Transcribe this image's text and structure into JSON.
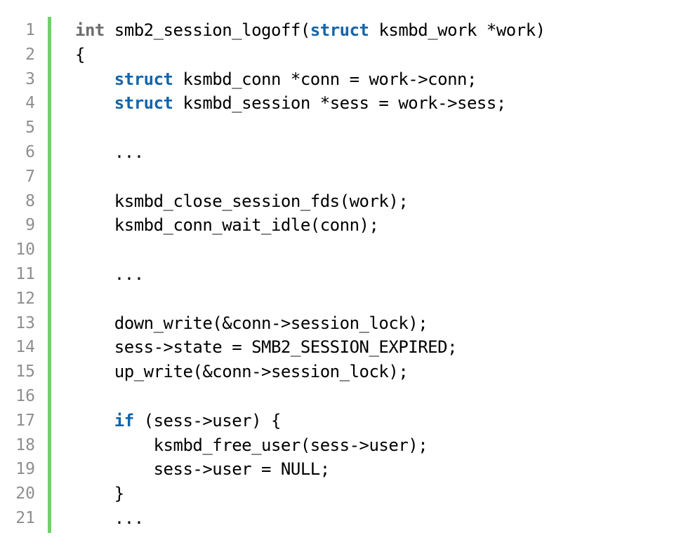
{
  "colors": {
    "background": "#ffffff",
    "gutter_bar": "#6fd36a",
    "line_number": "#8e8e8e",
    "keyword_struct_if": "#1565a8",
    "keyword_int": "#6e6e6e",
    "text": "#000000"
  },
  "lines": [
    {
      "n": "1",
      "indent": "",
      "kw": "int",
      "kwClass": "kw-gray",
      "mid": " smb2_session_logoff(",
      "kw2": "struct",
      "rest": " ksmbd_work *work)"
    },
    {
      "n": "2",
      "indent": "",
      "kw": "",
      "kwClass": "",
      "mid": "{",
      "kw2": "",
      "rest": ""
    },
    {
      "n": "3",
      "indent": "    ",
      "kw": "struct",
      "kwClass": "kw-blue",
      "mid": " ksmbd_conn *conn = work->conn;",
      "kw2": "",
      "rest": ""
    },
    {
      "n": "4",
      "indent": "    ",
      "kw": "struct",
      "kwClass": "kw-blue",
      "mid": " ksmbd_session *sess = work->sess;",
      "kw2": "",
      "rest": ""
    },
    {
      "n": "5",
      "indent": "",
      "kw": "",
      "kwClass": "",
      "mid": "",
      "kw2": "",
      "rest": ""
    },
    {
      "n": "6",
      "indent": "    ",
      "kw": "",
      "kwClass": "",
      "mid": "...",
      "kw2": "",
      "rest": ""
    },
    {
      "n": "7",
      "indent": "",
      "kw": "",
      "kwClass": "",
      "mid": "",
      "kw2": "",
      "rest": ""
    },
    {
      "n": "8",
      "indent": "    ",
      "kw": "",
      "kwClass": "",
      "mid": "ksmbd_close_session_fds(work);",
      "kw2": "",
      "rest": ""
    },
    {
      "n": "9",
      "indent": "    ",
      "kw": "",
      "kwClass": "",
      "mid": "ksmbd_conn_wait_idle(conn);",
      "kw2": "",
      "rest": ""
    },
    {
      "n": "10",
      "indent": "",
      "kw": "",
      "kwClass": "",
      "mid": "",
      "kw2": "",
      "rest": ""
    },
    {
      "n": "11",
      "indent": "    ",
      "kw": "",
      "kwClass": "",
      "mid": "...",
      "kw2": "",
      "rest": ""
    },
    {
      "n": "12",
      "indent": "",
      "kw": "",
      "kwClass": "",
      "mid": "",
      "kw2": "",
      "rest": ""
    },
    {
      "n": "13",
      "indent": "    ",
      "kw": "",
      "kwClass": "",
      "mid": "down_write(&conn->session_lock);",
      "kw2": "",
      "rest": ""
    },
    {
      "n": "14",
      "indent": "    ",
      "kw": "",
      "kwClass": "",
      "mid": "sess->state = SMB2_SESSION_EXPIRED;",
      "kw2": "",
      "rest": ""
    },
    {
      "n": "15",
      "indent": "    ",
      "kw": "",
      "kwClass": "",
      "mid": "up_write(&conn->session_lock);",
      "kw2": "",
      "rest": ""
    },
    {
      "n": "16",
      "indent": "",
      "kw": "",
      "kwClass": "",
      "mid": "",
      "kw2": "",
      "rest": ""
    },
    {
      "n": "17",
      "indent": "    ",
      "kw": "if",
      "kwClass": "kw-blue",
      "mid": " (sess->user) {",
      "kw2": "",
      "rest": ""
    },
    {
      "n": "18",
      "indent": "        ",
      "kw": "",
      "kwClass": "",
      "mid": "ksmbd_free_user(sess->user);",
      "kw2": "",
      "rest": ""
    },
    {
      "n": "19",
      "indent": "        ",
      "kw": "",
      "kwClass": "",
      "mid": "sess->user = NULL;",
      "kw2": "",
      "rest": ""
    },
    {
      "n": "20",
      "indent": "    ",
      "kw": "",
      "kwClass": "",
      "mid": "}",
      "kw2": "",
      "rest": ""
    },
    {
      "n": "21",
      "indent": "    ",
      "kw": "",
      "kwClass": "",
      "mid": "...",
      "kw2": "",
      "rest": ""
    }
  ]
}
